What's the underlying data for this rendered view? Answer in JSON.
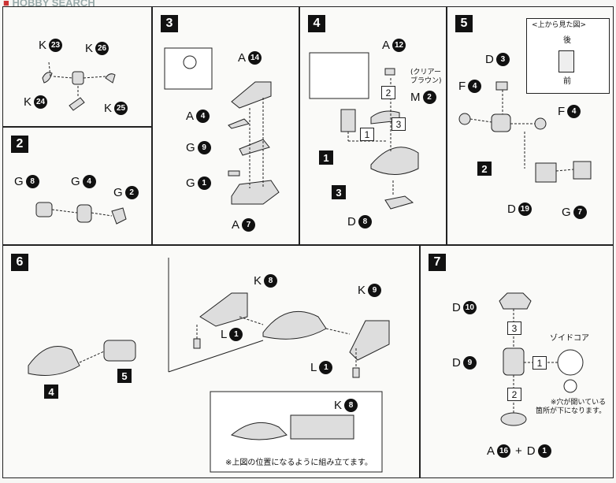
{
  "watermark": {
    "brand": "HOBBY SEARCH"
  },
  "panels": {
    "p1": {
      "labels": [
        [
          "K",
          "23"
        ],
        [
          "K",
          "26"
        ],
        [
          "K",
          "24"
        ],
        [
          "K",
          "25"
        ]
      ]
    },
    "p2": {
      "step": "2",
      "labels": [
        [
          "G",
          "8"
        ],
        [
          "G",
          "4"
        ],
        [
          "G",
          "2"
        ]
      ]
    },
    "p3": {
      "step": "3",
      "labels": [
        [
          "A",
          "14"
        ],
        [
          "A",
          "4"
        ],
        [
          "G",
          "9"
        ],
        [
          "G",
          "1"
        ],
        [
          "A",
          "7"
        ]
      ]
    },
    "p4": {
      "step": "4",
      "labels": [
        [
          "A",
          "12"
        ],
        [
          "M",
          "2"
        ],
        [
          "D",
          "8"
        ]
      ],
      "clear_note": "(クリアー\nブラウン)",
      "order": [
        "2",
        "1",
        "3"
      ],
      "sub": [
        "1",
        "3"
      ]
    },
    "p5": {
      "step": "5",
      "labels": [
        [
          "D",
          "3"
        ],
        [
          "F",
          "4"
        ],
        [
          "F",
          "4"
        ],
        [
          "D",
          "19"
        ],
        [
          "G",
          "7"
        ]
      ],
      "sub": [
        "2"
      ],
      "inset": {
        "title": "<上から見た図>",
        "front_back_top": "後",
        "front_back_bottom": "前"
      }
    },
    "p6": {
      "step": "6",
      "labels": [
        [
          "K",
          "8"
        ],
        [
          "K",
          "9"
        ],
        [
          "L",
          "1"
        ],
        [
          "L",
          "1"
        ],
        [
          "K",
          "8"
        ]
      ],
      "sub": [
        "4",
        "5"
      ],
      "note": "※上図の位置になるように組み立てます。"
    },
    "p7": {
      "step": "7",
      "labels": [
        [
          "D",
          "10"
        ],
        [
          "D",
          "9"
        ],
        [
          "A",
          "16"
        ],
        [
          "D",
          "1"
        ]
      ],
      "order": [
        "3",
        "1",
        "2"
      ],
      "zoid_core": "ゾイドコア",
      "hole_note": "※穴が開いている\n箇所が下になります。",
      "plus": "+"
    }
  }
}
